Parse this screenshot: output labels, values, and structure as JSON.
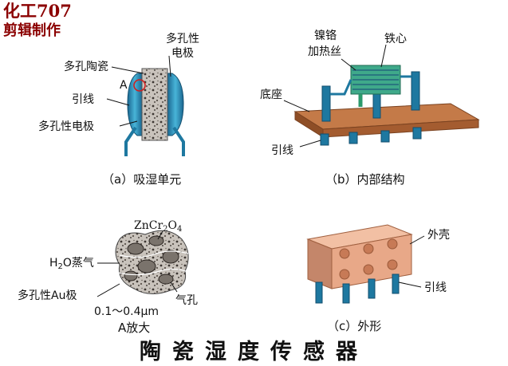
{
  "brand": {
    "line1": "化工707",
    "line2": "剪辑制作"
  },
  "title": "陶瓷湿度传感器",
  "panel_a": {
    "caption": "（a）吸湿单元",
    "label_electrode_top": "多孔性\n电极",
    "label_ceramic": "多孔陶瓷",
    "label_a": "A",
    "label_lead": "引线",
    "label_electrode_bottom": "多孔性电极"
  },
  "panel_b": {
    "caption": "（b）内部结构",
    "label_heater_l1": "镍铬",
    "label_heater_l2": "加热丝",
    "label_core": "铁心",
    "label_base": "底座",
    "label_lead": "引线"
  },
  "panel_zoom": {
    "caption": "A放大",
    "formula": {
      "a": "ZnCr",
      "a_sub": "2",
      "b": "O",
      "b_sub": "4"
    },
    "vapor": {
      "a": "H",
      "a_sub": "2",
      "b": "O蒸气"
    },
    "label_electrode": "多孔性Au极",
    "label_pore": "气孔",
    "label_size": "0.1～0.4μm"
  },
  "panel_c": {
    "caption": "（c）外形",
    "label_shell": "外壳",
    "label_lead": "引线"
  },
  "colors": {
    "brand": "#8b0000",
    "electrode_blue": "#1e78a0",
    "electrode_light": "#3aa8cc",
    "base_brown": "#b86a3a",
    "shell_pink": "#e8a888",
    "coil_green": "#2c9a6c"
  }
}
